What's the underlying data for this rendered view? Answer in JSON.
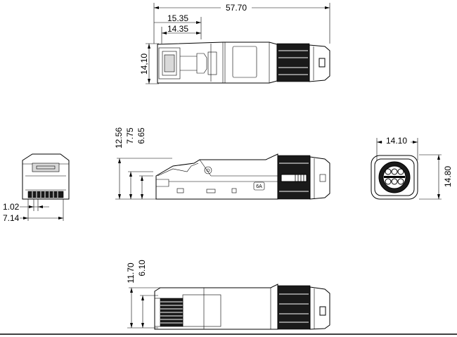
{
  "dimensions": {
    "top_overall_length": "57.70",
    "top_length_a": "15.35",
    "top_length_b": "14.35",
    "top_width": "14,10",
    "side_height_total": "12.56",
    "side_height_mid": "7.75",
    "side_height_low": "6.65",
    "end_width": "14.10",
    "end_height": "14.80",
    "front_pin_pitch": "1.02",
    "front_pin_span": "7.14",
    "bottom_height_total": "11.70",
    "bottom_height_low": "6.10"
  },
  "marking": {
    "category_label": "6A"
  },
  "colors": {
    "line": "#000000",
    "background": "#ffffff"
  }
}
